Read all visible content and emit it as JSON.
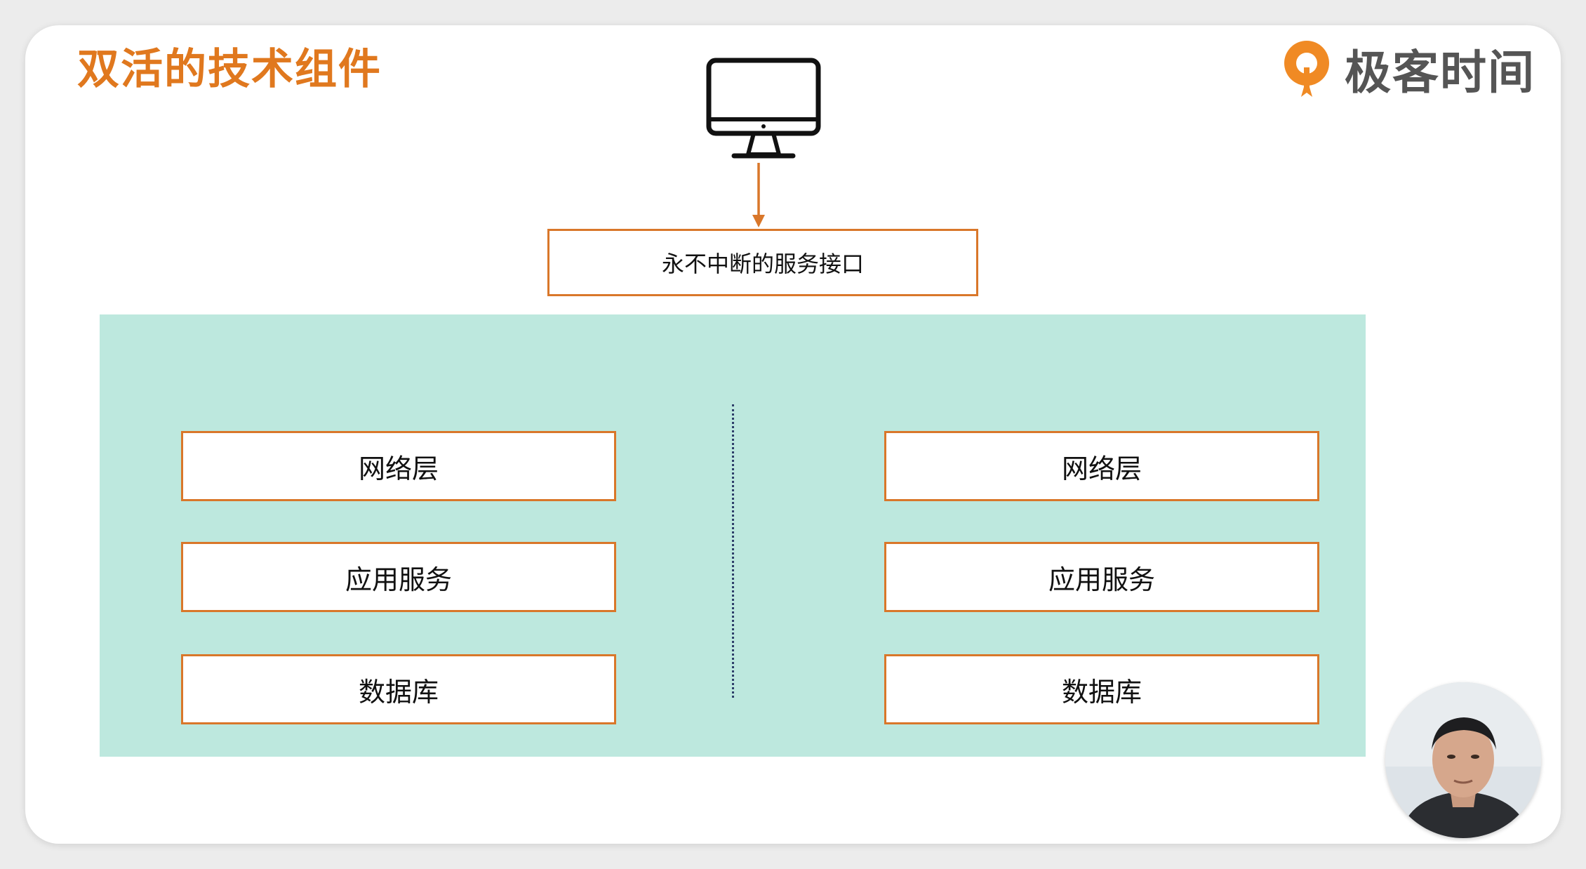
{
  "slide": {
    "title": "双活的技术组件",
    "brand_name": "极客时间",
    "interface_label": "永不中断的服务接口"
  },
  "left_stack": {
    "network": "网络层",
    "app": "应用服务",
    "db": "数据库"
  },
  "right_stack": {
    "network": "网络层",
    "app": "应用服务",
    "db": "数据库"
  },
  "icons": {
    "client": "desktop-monitor-icon",
    "brand": "geektime-logo-icon",
    "arrow": "arrow-down-icon"
  },
  "colors": {
    "accent": "#e0781e",
    "box_border": "#d9772a",
    "panel": "#bde8de",
    "divider": "#2f3f6a",
    "brand_text": "#555555"
  }
}
